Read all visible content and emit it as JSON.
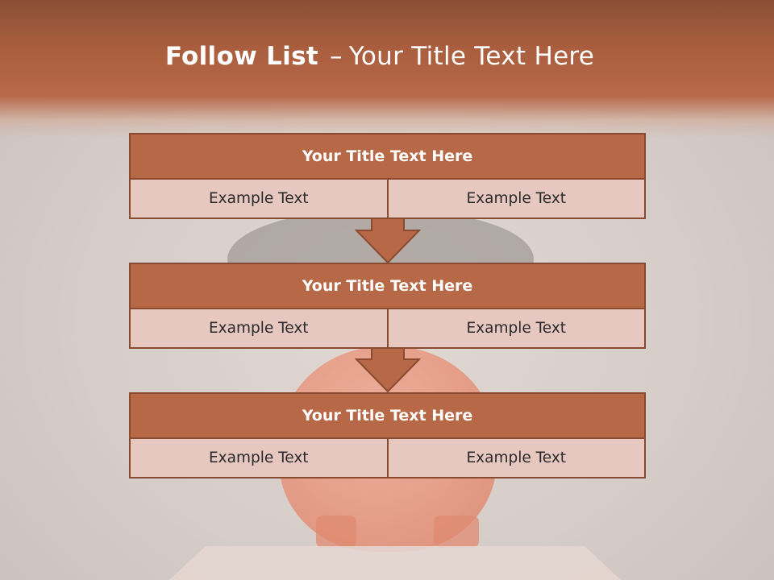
{
  "slide": {
    "title_bold": "Follow List",
    "title_dash": "–",
    "title_rest": "Your Title Text Here"
  },
  "blocks": [
    {
      "title": "Your Title Text Here",
      "left": "Example Text",
      "right": "Example Text"
    },
    {
      "title": "Your Title Text Here",
      "left": "Example Text",
      "right": "Example Text"
    },
    {
      "title": "Your Title Text Here",
      "left": "Example Text",
      "right": "Example Text"
    }
  ],
  "colors": {
    "accent": "#b76846",
    "accent_dark": "#8a4a30",
    "cell_fill": "#e6c8c0",
    "title_text": "#ffffff"
  },
  "icons": [
    "down-arrow-icon",
    "down-arrow-icon"
  ]
}
